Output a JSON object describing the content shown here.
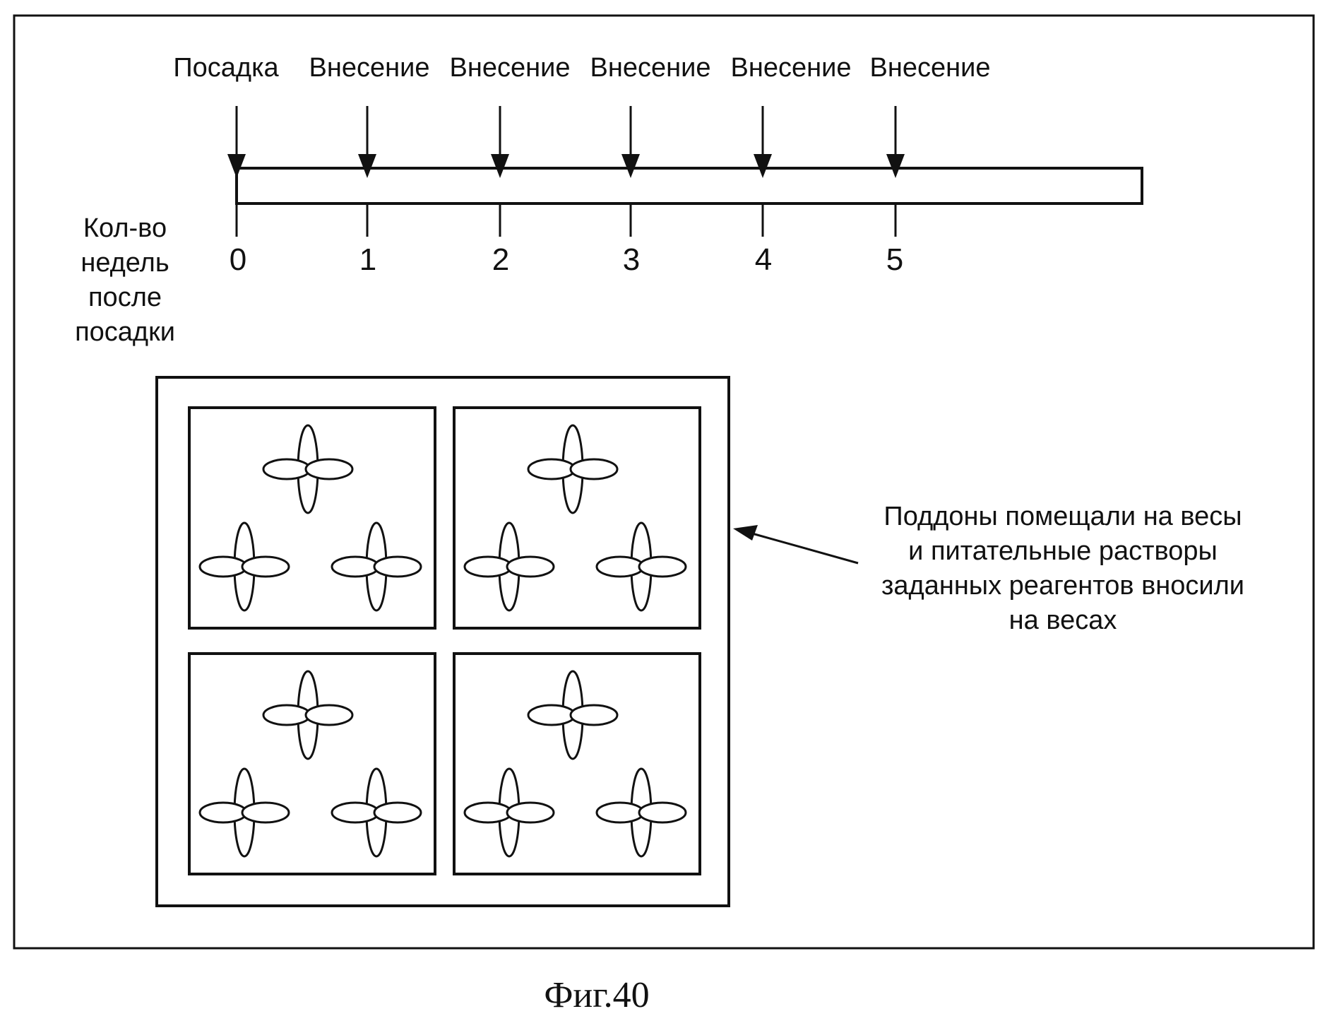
{
  "timeline": {
    "events": [
      "Посадка",
      "Внесение",
      "Внесение",
      "Внесение",
      "Внесение",
      "Внесение"
    ],
    "weeks": [
      "0",
      "1",
      "2",
      "3",
      "4",
      "5"
    ],
    "axis_label": [
      "Кол-во",
      "недель",
      "после",
      "посадки"
    ]
  },
  "tray": {
    "rows": 2,
    "cols": 2,
    "plants_per_pot": 3,
    "plant_icon": "four-petal-plant-icon"
  },
  "annotation": {
    "lines": [
      "Поддоны помещали на весы",
      "и питательные растворы",
      "заданных реагентов вносили",
      "на весах"
    ]
  },
  "caption": "Фиг.40"
}
